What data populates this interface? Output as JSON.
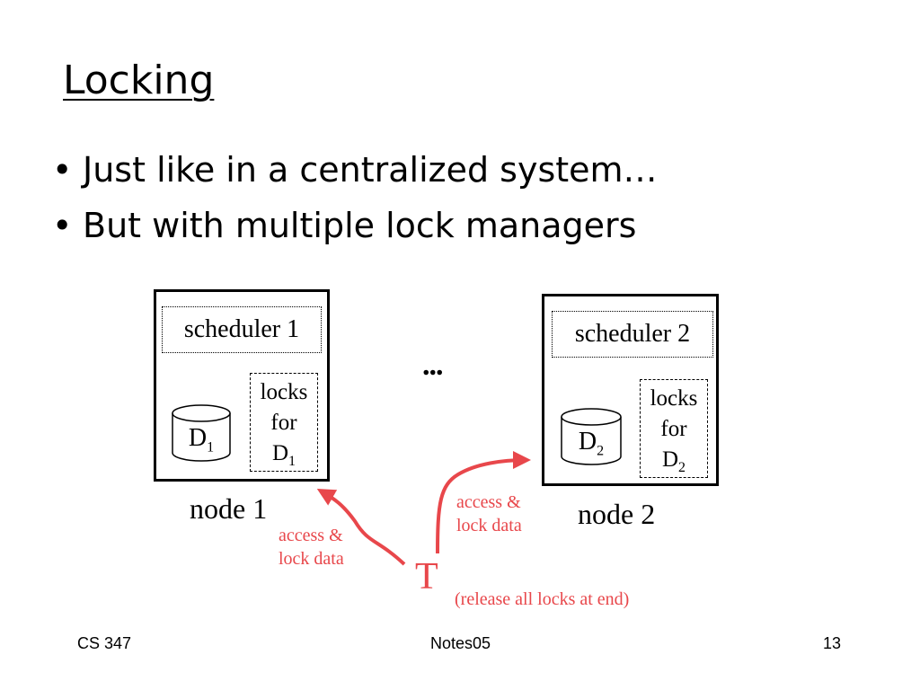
{
  "slide": {
    "title": "Locking",
    "bullets": [
      "Just like in a centralized system…",
      "But with multiple lock managers"
    ],
    "bullet_glyph": "•"
  },
  "diagram": {
    "node1": {
      "scheduler": "scheduler 1",
      "data_label": "D",
      "data_sub": "1",
      "locks_line1": "locks",
      "locks_line2": "for",
      "locks_line3": "D",
      "locks_sub": "1",
      "label": "node 1"
    },
    "node2": {
      "scheduler": "scheduler 2",
      "data_label": "D",
      "data_sub": "2",
      "locks_line1": "locks",
      "locks_line2": "for",
      "locks_line3": "D",
      "locks_sub": "2",
      "label": "node 2"
    },
    "ellipsis": "...",
    "transaction": "T",
    "arrow_left_line1": "access &",
    "arrow_left_line2": "lock data",
    "arrow_right_line1": "access &",
    "arrow_right_line2": "lock data",
    "release_note": "(release all locks at end)",
    "accent_color": "#e8474b"
  },
  "footer": {
    "left": "CS 347",
    "center": "Notes05",
    "right": "13"
  }
}
